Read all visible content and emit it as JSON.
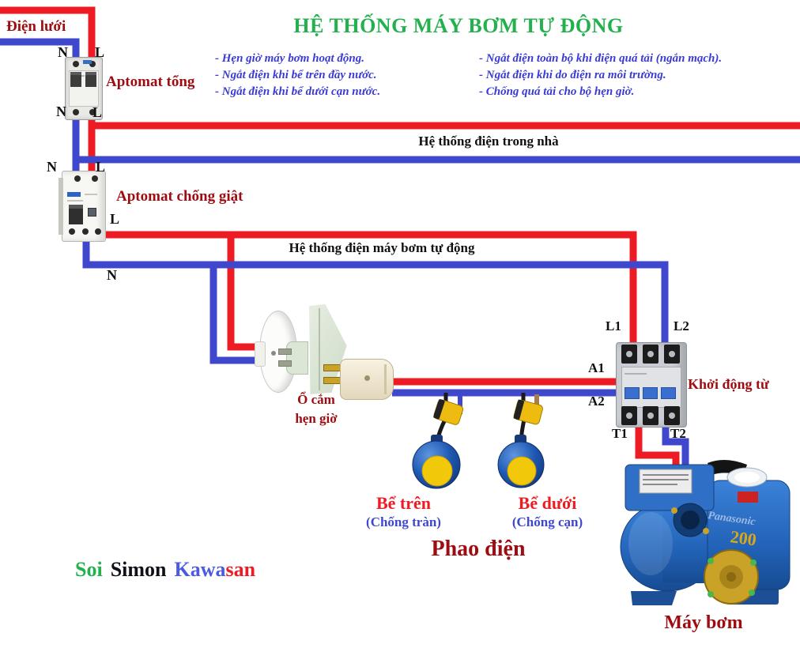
{
  "title": "HỆ THỐNG MÁY BƠM TỰ ĐỘNG",
  "notes_left": [
    "- Hẹn giờ máy bơm hoạt động.",
    "- Ngắt điện khi bể trên đầy nước.",
    "- Ngắt điện khi bể dưới cạn nước."
  ],
  "notes_right": [
    "- Ngắt điện toàn bộ khi điện quá tải (ngắn mạch).",
    "- Ngắt điện khi do điện ra môi trường.",
    "- Chống quá tải cho bộ hẹn giờ."
  ],
  "labels": {
    "grid_power": "Điện lưới",
    "main_breaker": "Aptomat tổng",
    "rcd_breaker": "Aptomat chống giật",
    "house_line": "Hệ thống điện trong nhà",
    "pump_line": "Hệ thống điện máy bơm tự động",
    "timer_socket_line1": "Ổ cắm",
    "timer_socket_line2": "hẹn giờ",
    "contactor": "Khởi động từ",
    "upper_tank": "Bể trên",
    "upper_tank_sub": "(Chống tràn)",
    "lower_tank": "Bể dưới",
    "lower_tank_sub": "(Chống cạn)",
    "float_switch": "Phao điện",
    "pump": "Máy bơm"
  },
  "terminals": {
    "n": "N",
    "l": "L",
    "l1": "L1",
    "l2": "L2",
    "a1": "A1",
    "a2": "A2",
    "t1": "T1",
    "t2": "T2"
  },
  "signature": {
    "p1": "Soi",
    "p2": "Simon",
    "p3": "Kawa",
    "p4": "san"
  },
  "pump_brand": "Panasonic",
  "pump_model": "200",
  "colors": {
    "wire_live": "#ed1c24",
    "wire_neutral": "#3f48cc",
    "title_green": "#22b14c",
    "component_label_red": "#9e0b10",
    "note_blue": "#3a3ad6",
    "tank_label_red": "#ed1c24",
    "tank_sub_blue": "#3f48cc"
  }
}
